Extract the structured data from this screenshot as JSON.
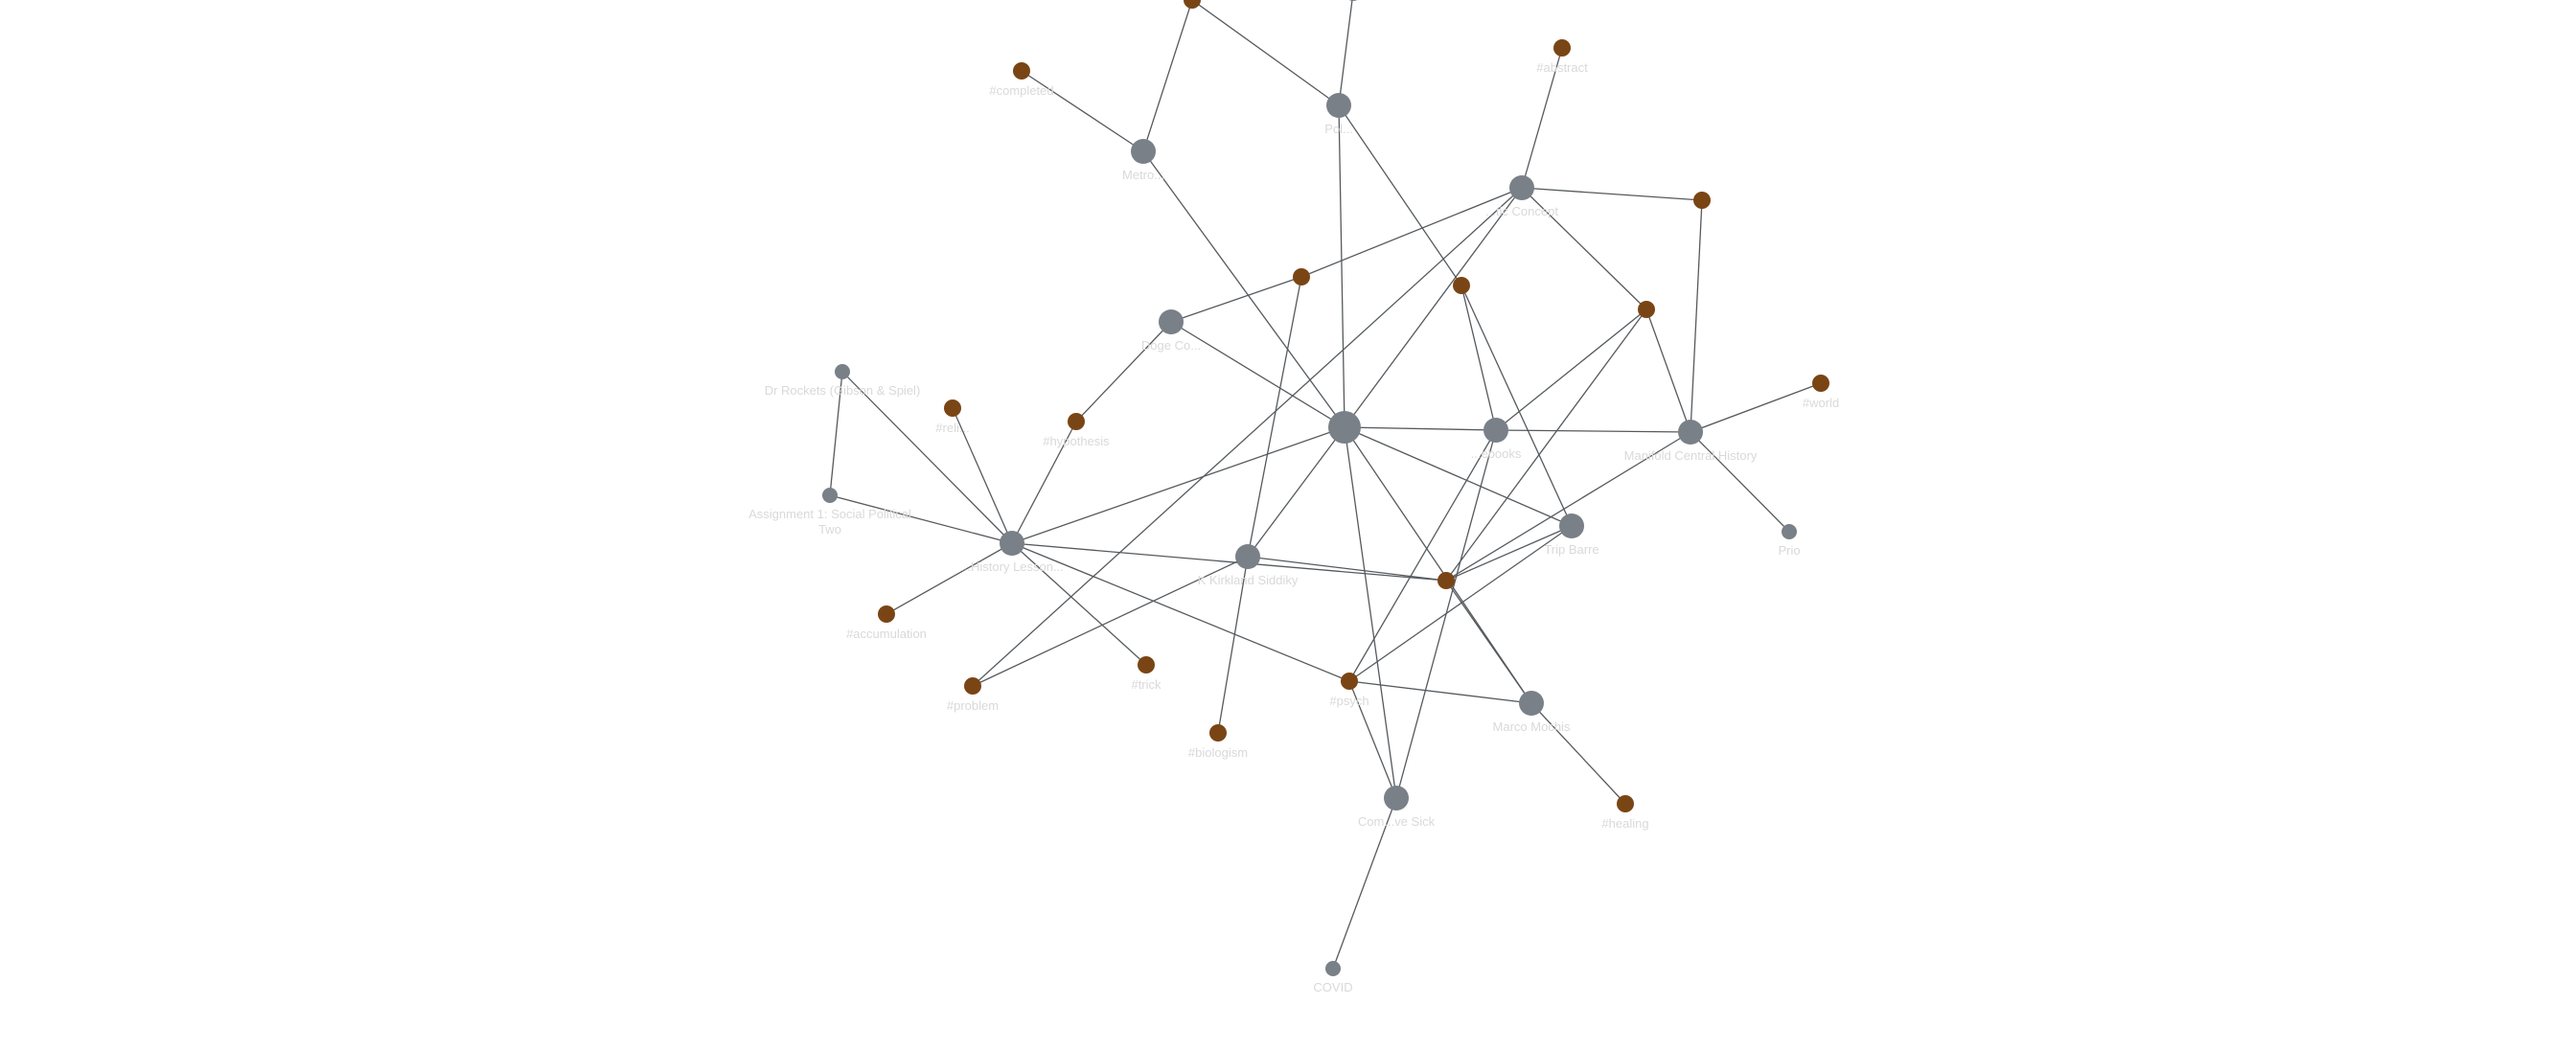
{
  "colors": {
    "page_node": "#7a8088",
    "tag_node": "#7a4515",
    "edge": "#555a5e",
    "label": "#d9d9d9"
  },
  "graph": {
    "nodes": [
      {
        "id": "n_top1",
        "label": "",
        "kind": "tag",
        "size": "small"
      },
      {
        "id": "n_top2",
        "label": "",
        "kind": "page",
        "size": "small"
      },
      {
        "id": "n_comp",
        "label": "#completed",
        "kind": "tag",
        "size": "small"
      },
      {
        "id": "n_m",
        "label": "Metro...",
        "kind": "page",
        "size": "medium"
      },
      {
        "id": "n_pol",
        "label": "Pol...",
        "kind": "page",
        "size": "medium"
      },
      {
        "id": "n_ab",
        "label": "#abstract",
        "kind": "tag",
        "size": "small"
      },
      {
        "id": "n_top_right",
        "label": "...tic Concept",
        "kind": "page",
        "size": "medium"
      },
      {
        "id": "n_or",
        "label": "",
        "kind": "tag",
        "size": "small"
      },
      {
        "id": "n_t2",
        "label": "",
        "kind": "tag",
        "size": "small"
      },
      {
        "id": "n_t1",
        "label": "",
        "kind": "tag",
        "size": "small"
      },
      {
        "id": "n_t3",
        "label": "",
        "kind": "tag",
        "size": "small"
      },
      {
        "id": "n_big",
        "label": "Doge Co...",
        "kind": "page",
        "size": "medium"
      },
      {
        "id": "n_drr",
        "label": "Dr Rockets (Gibson & Spiel)",
        "kind": "page",
        "size": "tiny"
      },
      {
        "id": "n_rel",
        "label": "#reli...",
        "kind": "tag",
        "size": "small"
      },
      {
        "id": "n_hyp",
        "label": "#hypothesis",
        "kind": "tag",
        "size": "small"
      },
      {
        "id": "n_center",
        "label": "",
        "kind": "page",
        "size": "large"
      },
      {
        "id": "n_ch",
        "label": "...ebooks",
        "kind": "page",
        "size": "medium"
      },
      {
        "id": "n_mc",
        "label": "Manifold Central History",
        "kind": "page",
        "size": "medium"
      },
      {
        "id": "n_wr",
        "label": "#world",
        "kind": "tag",
        "size": "small"
      },
      {
        "id": "n_asg",
        "label": "Assignment 1: Social Political\nTwo",
        "kind": "page",
        "size": "tiny"
      },
      {
        "id": "n_hub",
        "label": "...History Lesson...",
        "kind": "page",
        "size": "medium"
      },
      {
        "id": "n_kr",
        "label": "K Kirkland Siddiky",
        "kind": "page",
        "size": "medium"
      },
      {
        "id": "n_tb",
        "label": "Trip Barre",
        "kind": "page",
        "size": "medium"
      },
      {
        "id": "n_prio",
        "label": "Prio",
        "kind": "page",
        "size": "tiny"
      },
      {
        "id": "n_mid_tag",
        "label": "",
        "kind": "tag",
        "size": "small"
      },
      {
        "id": "n_acc",
        "label": "#accumulation",
        "kind": "tag",
        "size": "small"
      },
      {
        "id": "n_psych",
        "label": "#psych",
        "kind": "tag",
        "size": "small"
      },
      {
        "id": "n_t8",
        "label": "#trick",
        "kind": "tag",
        "size": "small"
      },
      {
        "id": "n_prob",
        "label": "#problem",
        "kind": "tag",
        "size": "small"
      },
      {
        "id": "n_mm",
        "label": "Marco Mochis",
        "kind": "page",
        "size": "medium"
      },
      {
        "id": "n_bio",
        "label": "#biologism",
        "kind": "tag",
        "size": "small"
      },
      {
        "id": "n_com",
        "label": "Com...ve Sick",
        "kind": "page",
        "size": "medium"
      },
      {
        "id": "n_heal",
        "label": "#healing",
        "kind": "tag",
        "size": "small"
      },
      {
        "id": "n_covid",
        "label": "COVID",
        "kind": "page",
        "size": "tiny"
      }
    ],
    "edges": [
      [
        "n_top1",
        "n_m"
      ],
      [
        "n_top1",
        "n_pol"
      ],
      [
        "n_top2",
        "n_pol"
      ],
      [
        "n_comp",
        "n_m"
      ],
      [
        "n_m",
        "n_center"
      ],
      [
        "n_pol",
        "n_center"
      ],
      [
        "n_pol",
        "n_t1"
      ],
      [
        "n_ab",
        "n_top_right"
      ],
      [
        "n_top_right",
        "n_or"
      ],
      [
        "n_top_right",
        "n_t2"
      ],
      [
        "n_top_right",
        "n_t3"
      ],
      [
        "n_top_right",
        "n_center"
      ],
      [
        "n_top_right",
        "n_prob"
      ],
      [
        "n_or",
        "n_mc"
      ],
      [
        "n_t3",
        "n_big"
      ],
      [
        "n_t3",
        "n_kr"
      ],
      [
        "n_t1",
        "n_ch"
      ],
      [
        "n_t1",
        "n_tb"
      ],
      [
        "n_t2",
        "n_ch"
      ],
      [
        "n_t2",
        "n_mc"
      ],
      [
        "n_t2",
        "n_mid_tag"
      ],
      [
        "n_big",
        "n_center"
      ],
      [
        "n_big",
        "n_hyp"
      ],
      [
        "n_hyp",
        "n_hub"
      ],
      [
        "n_rel",
        "n_hub"
      ],
      [
        "n_drr",
        "n_asg"
      ],
      [
        "n_drr",
        "n_hub"
      ],
      [
        "n_asg",
        "n_hub"
      ],
      [
        "n_center",
        "n_ch"
      ],
      [
        "n_center",
        "n_hub"
      ],
      [
        "n_center",
        "n_kr"
      ],
      [
        "n_center",
        "n_tb"
      ],
      [
        "n_center",
        "n_mm"
      ],
      [
        "n_center",
        "n_com"
      ],
      [
        "n_ch",
        "n_mc"
      ],
      [
        "n_ch",
        "n_psych"
      ],
      [
        "n_ch",
        "n_com"
      ],
      [
        "n_mc",
        "n_wr"
      ],
      [
        "n_mc",
        "n_prio"
      ],
      [
        "n_mc",
        "n_mid_tag"
      ],
      [
        "n_hub",
        "n_acc"
      ],
      [
        "n_hub",
        "n_t8"
      ],
      [
        "n_hub",
        "n_mid_tag"
      ],
      [
        "n_hub",
        "n_psych"
      ],
      [
        "n_kr",
        "n_mid_tag"
      ],
      [
        "n_kr",
        "n_prob"
      ],
      [
        "n_kr",
        "n_bio"
      ],
      [
        "n_tb",
        "n_mid_tag"
      ],
      [
        "n_tb",
        "n_psych"
      ],
      [
        "n_mid_tag",
        "n_mm"
      ],
      [
        "n_psych",
        "n_mm"
      ],
      [
        "n_psych",
        "n_com"
      ],
      [
        "n_mm",
        "n_heal"
      ],
      [
        "n_com",
        "n_covid"
      ]
    ]
  }
}
